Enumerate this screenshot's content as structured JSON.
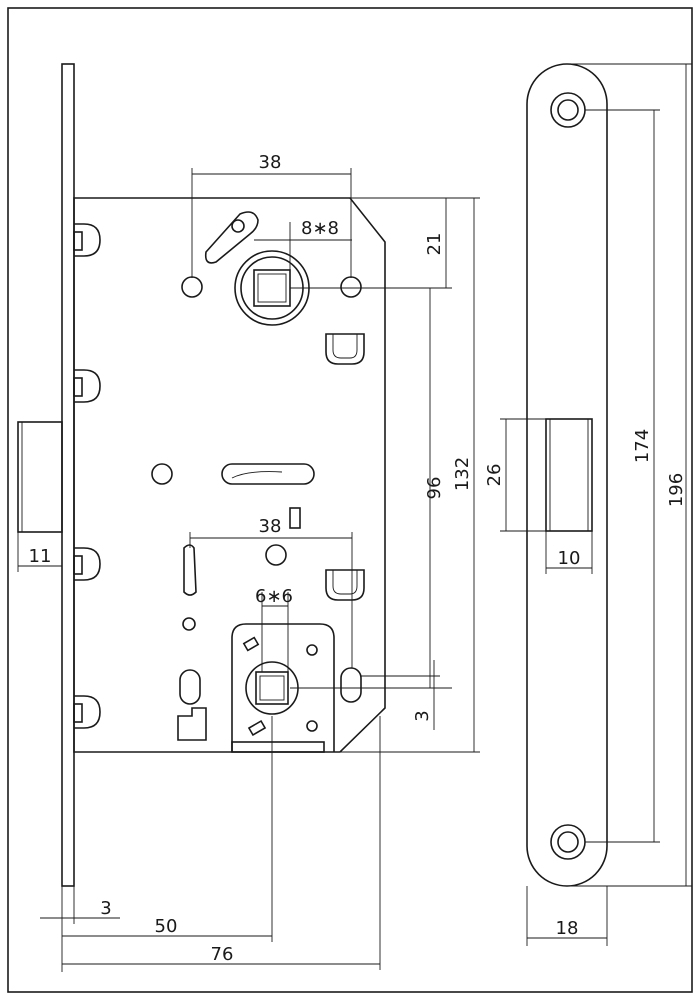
{
  "dimensions": {
    "top_spindle_spacing": "38",
    "top_square": "8∗8",
    "top_offset": "21",
    "center_distance": "96",
    "case_height": "132",
    "bottom_spindle_spacing": "38",
    "bottom_square": "6∗6",
    "bottom_offset": "3",
    "latch_projection": "11",
    "faceplate_thickness": "3",
    "backset": "50",
    "case_depth": "76",
    "strike_hole_height": "26",
    "strike_hole_width": "10",
    "strike_screw_spacing": "174",
    "strike_length": "196",
    "strike_width": "18"
  }
}
